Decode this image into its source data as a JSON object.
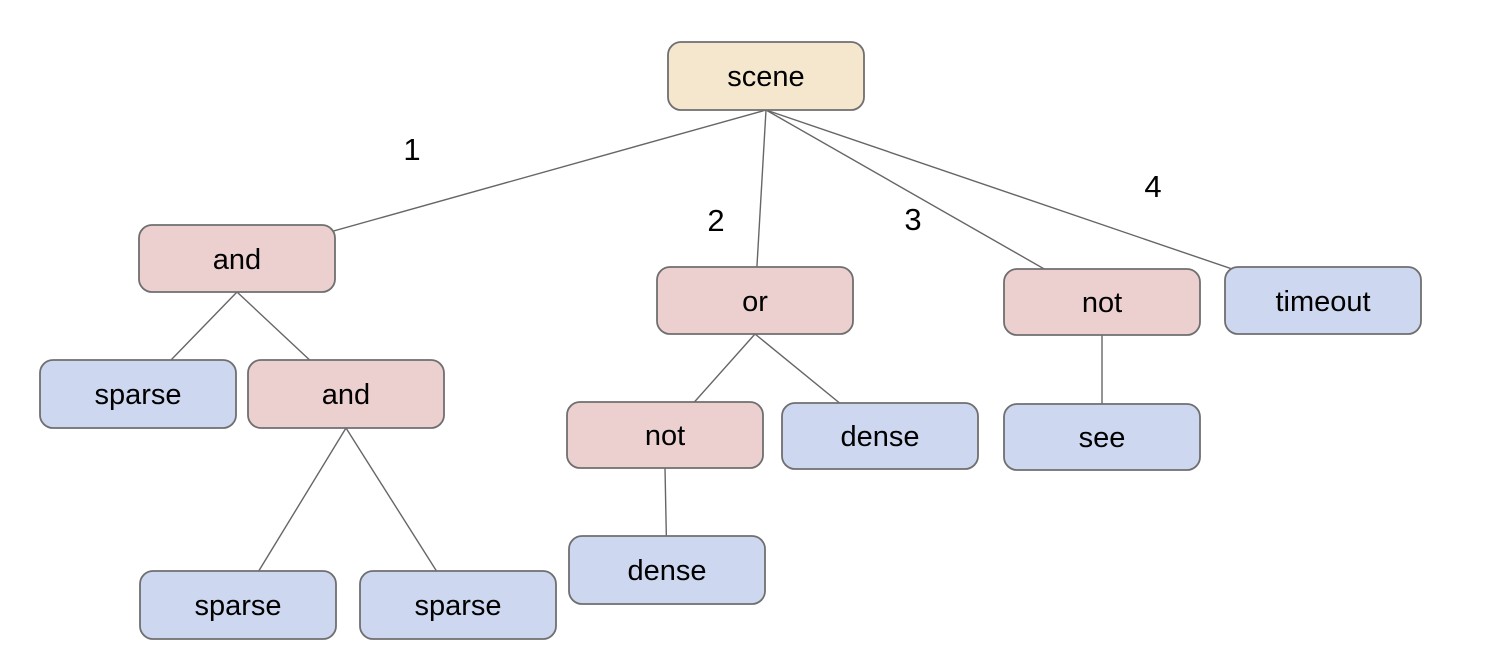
{
  "diagram": {
    "type": "tree",
    "background": "#ffffff",
    "colors": {
      "root_fill": "#f5e7ce",
      "operator_fill": "#ecd0d0",
      "leaf_fill": "#cdd8f0",
      "node_border": "#6f6f6f",
      "edge_line": "#666666",
      "text": "#000000"
    },
    "nodes": {
      "scene": {
        "label": "scene",
        "kind": "root"
      },
      "and1": {
        "label": "and",
        "kind": "operator"
      },
      "or1": {
        "label": "or",
        "kind": "operator"
      },
      "not1": {
        "label": "not",
        "kind": "operator"
      },
      "timeout": {
        "label": "timeout",
        "kind": "leaf"
      },
      "sparse1": {
        "label": "sparse",
        "kind": "leaf"
      },
      "and2": {
        "label": "and",
        "kind": "operator"
      },
      "not2": {
        "label": "not",
        "kind": "operator"
      },
      "dense1": {
        "label": "dense",
        "kind": "leaf"
      },
      "see": {
        "label": "see",
        "kind": "leaf"
      },
      "dense2": {
        "label": "dense",
        "kind": "leaf"
      },
      "sparse2": {
        "label": "sparse",
        "kind": "leaf"
      },
      "sparse3": {
        "label": "sparse",
        "kind": "leaf"
      }
    },
    "edges": [
      {
        "from": "scene",
        "to": "and1",
        "label": "1"
      },
      {
        "from": "scene",
        "to": "or1",
        "label": "2"
      },
      {
        "from": "scene",
        "to": "not1",
        "label": "3"
      },
      {
        "from": "scene",
        "to": "timeout",
        "label": "4"
      },
      {
        "from": "and1",
        "to": "sparse1",
        "label": ""
      },
      {
        "from": "and1",
        "to": "and2",
        "label": ""
      },
      {
        "from": "and2",
        "to": "sparse2",
        "label": ""
      },
      {
        "from": "and2",
        "to": "sparse3",
        "label": ""
      },
      {
        "from": "or1",
        "to": "not2",
        "label": ""
      },
      {
        "from": "or1",
        "to": "dense1",
        "label": ""
      },
      {
        "from": "not2",
        "to": "dense2",
        "label": ""
      },
      {
        "from": "not1",
        "to": "see",
        "label": ""
      }
    ]
  }
}
